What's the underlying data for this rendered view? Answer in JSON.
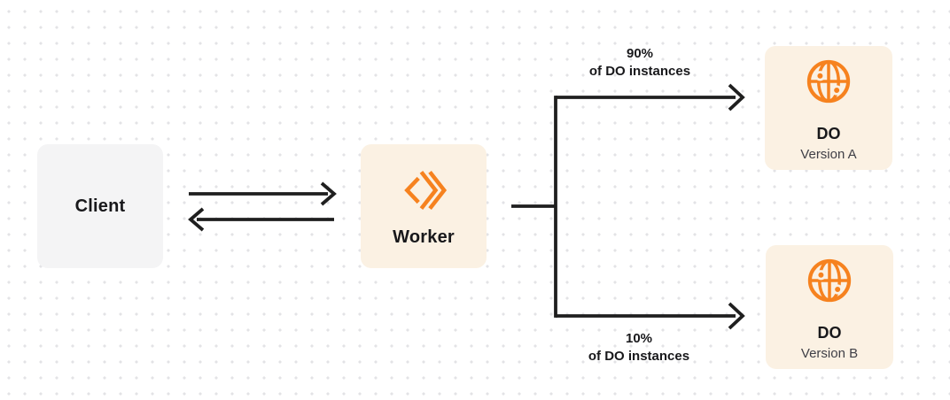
{
  "colors": {
    "accent_orange": "#F6821F",
    "box_cream": "#FBF1E3",
    "box_gray": "#F4F4F5",
    "line_dark": "#1F1F1F",
    "text_dark": "#18181B",
    "text_secondary": "#3F3F46",
    "dot_color": "#E3E3E6"
  },
  "nodes": {
    "client": {
      "label": "Client"
    },
    "worker": {
      "label": "Worker",
      "icon": "workers-logo-icon"
    },
    "do_version_a": {
      "title": "DO",
      "subtitle": "Version A",
      "icon": "durable-object-globe-icon"
    },
    "do_version_b": {
      "title": "DO",
      "subtitle": "Version B",
      "icon": "durable-object-globe-icon"
    }
  },
  "edge_labels": {
    "top": {
      "line1": "90%",
      "line2": "of DO instances"
    },
    "bottom": {
      "line1": "10%",
      "line2": "of DO instances"
    }
  }
}
